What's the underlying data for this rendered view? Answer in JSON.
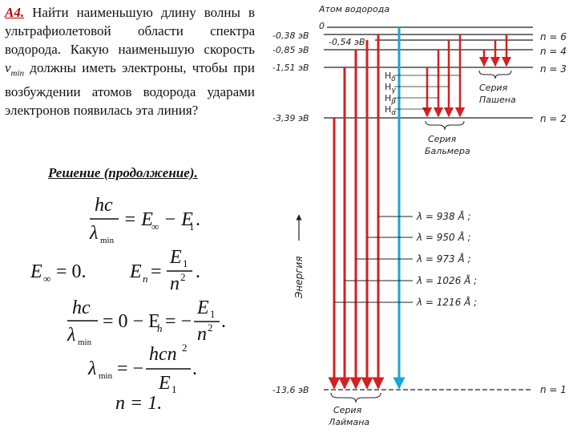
{
  "problem": {
    "number": "А4.",
    "text_before_nu": "Найти наименьшую длину волны в ультрафиолетовой области спектра водорода. Какую наименьшую скорость",
    "nu_symbol": "v",
    "nu_sub": "min",
    "text_after_nu": "должны иметь электроны, чтобы при возбуждении атомов водорода ударами электронов появилась эта линия?"
  },
  "solution_heading": "Решение (продолжение).",
  "formulas": {
    "f1": {
      "h": "hc",
      "l": "λ",
      "min": "min",
      "rhs": "= E",
      "inf": "∞",
      "minus": "− E",
      "one": "1",
      "dot": "."
    },
    "f2a": {
      "e": "E",
      "inf": "∞",
      "rhs": "= 0."
    },
    "f2b": {
      "e": "E",
      "n": "n",
      "eq": "=",
      "num": "E",
      "one": "1",
      "den": "n",
      "sq": "2",
      "dot": "."
    },
    "f3": {
      "h": "hc",
      "l": "λ",
      "min": "min",
      "mid": "= 0 − E",
      "n": "n",
      "eq": "= −",
      "num": "E",
      "one": "1",
      "den": "n",
      "sq": "2",
      "dot": "."
    },
    "f4": {
      "l": "λ",
      "min": "min",
      "eq": "= −",
      "num": "hcn",
      "sq": "2",
      "den": "E",
      "one": "1",
      "dot": "."
    },
    "f5": {
      "n": "n = 1."
    }
  },
  "diagram": {
    "title": "Атом водорода",
    "energy_labels": [
      "0",
      "-0,38 эВ",
      "-0,54 эВ",
      "-0,85 эВ",
      "-1,51 эВ",
      "-3,39 эВ",
      "-13,6 эВ"
    ],
    "level_labels": [
      "n = 6",
      "n = 4",
      "n = 3",
      "n = 2",
      "n = 1"
    ],
    "h_lines": [
      {
        "base": "H",
        "sub": "δ"
      },
      {
        "base": "H",
        "sub": "γ"
      },
      {
        "base": "H",
        "sub": "β"
      },
      {
        "base": "H",
        "sub": "α"
      }
    ],
    "series": {
      "paschen": [
        "Серия",
        "Пашена"
      ],
      "balmer": [
        "Серия",
        "Бальмера"
      ],
      "lyman": [
        "Серия",
        "Лаймана"
      ]
    },
    "wavelengths": [
      "λ = 938 Å ;",
      "λ = 950 Å ;",
      "λ = 973 Å ;",
      "λ = 1026 Å ;",
      "λ = 1216 Å ;"
    ],
    "axis_label": "Энергия",
    "colors": {
      "transition": "#d42020",
      "limit_arrow": "#1aa5d6",
      "level": "#222222"
    }
  }
}
